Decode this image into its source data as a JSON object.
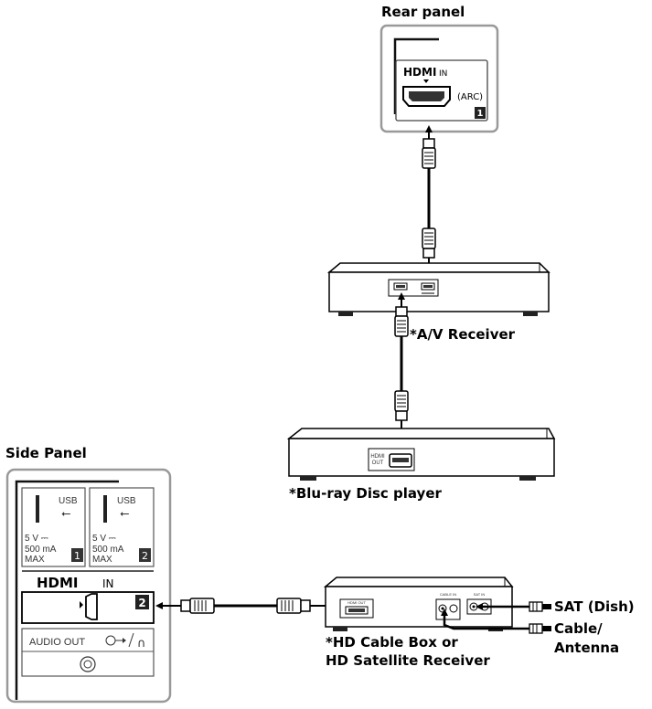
{
  "labels": {
    "rear_panel": "Rear panel",
    "side_panel": "Side Panel",
    "av_receiver": "*A/V Receiver",
    "bluray": "*Blu-ray Disc player",
    "cable_box_line1": "*HD Cable Box or",
    "cable_box_line2": "HD Satellite Receiver",
    "sat": "SAT (Dish)",
    "cable_line1": "Cable/",
    "cable_line2": "Antenna"
  },
  "rear_panel": {
    "hdmi_logo": "HDMI",
    "in_label": "IN",
    "arc_label": "(ARC)",
    "port_number": "1"
  },
  "side_panel": {
    "usb1": {
      "label": "USB",
      "voltage": "5 V ⎓",
      "current": "500 mA",
      "max": "MAX",
      "number": "1"
    },
    "usb2": {
      "label": "USB",
      "voltage": "5 V ⎓",
      "current": "500 mA",
      "max": "MAX",
      "number": "2"
    },
    "hdmi_logo": "HDMI",
    "hdmi_in_label": "IN",
    "hdmi_number": "2",
    "audio_out_label": "AUDIO OUT"
  },
  "bluray_device": {
    "hdmi_out_label_line1": "HDMI",
    "hdmi_out_label_line2": "OUT"
  },
  "cable_box_device": {
    "hdmi_out": "HDMI OUT",
    "cable_in": "CABLE IN",
    "sat_in": "SAT IN"
  }
}
